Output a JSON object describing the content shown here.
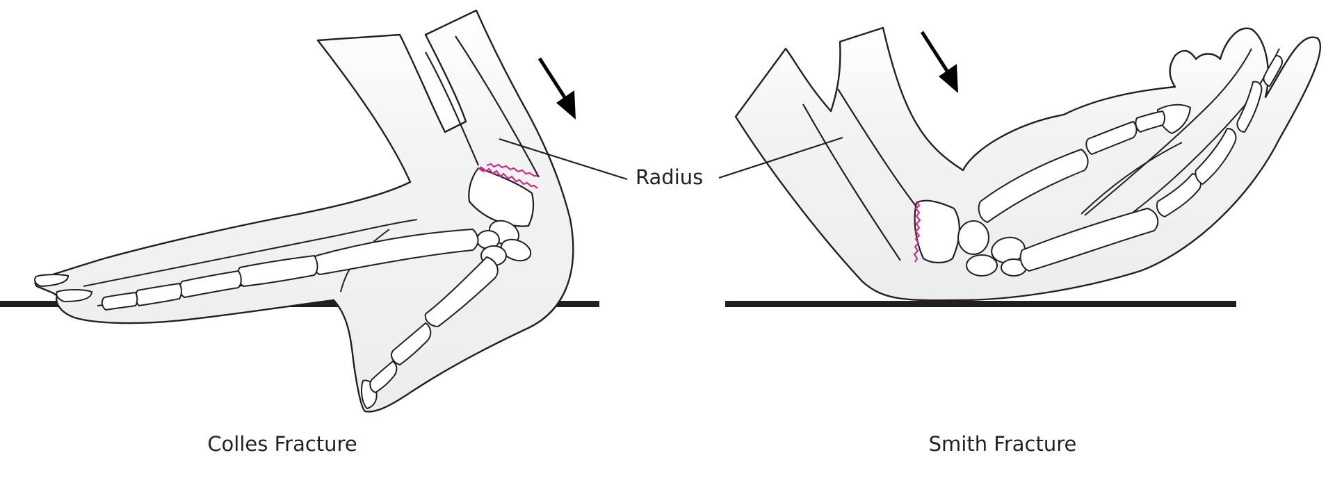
{
  "figure": {
    "labels": {
      "radius": "Radius",
      "colles": "Colles Fracture",
      "smith": "Smith Fracture"
    },
    "colors": {
      "outline": "#231f20",
      "skin": "#f2f3f3",
      "bone": "#ffffff",
      "fracture": "#d4278a",
      "surface": "#231f20"
    },
    "icons": [
      "force-arrow-icon",
      "force-arrow-icon"
    ]
  }
}
